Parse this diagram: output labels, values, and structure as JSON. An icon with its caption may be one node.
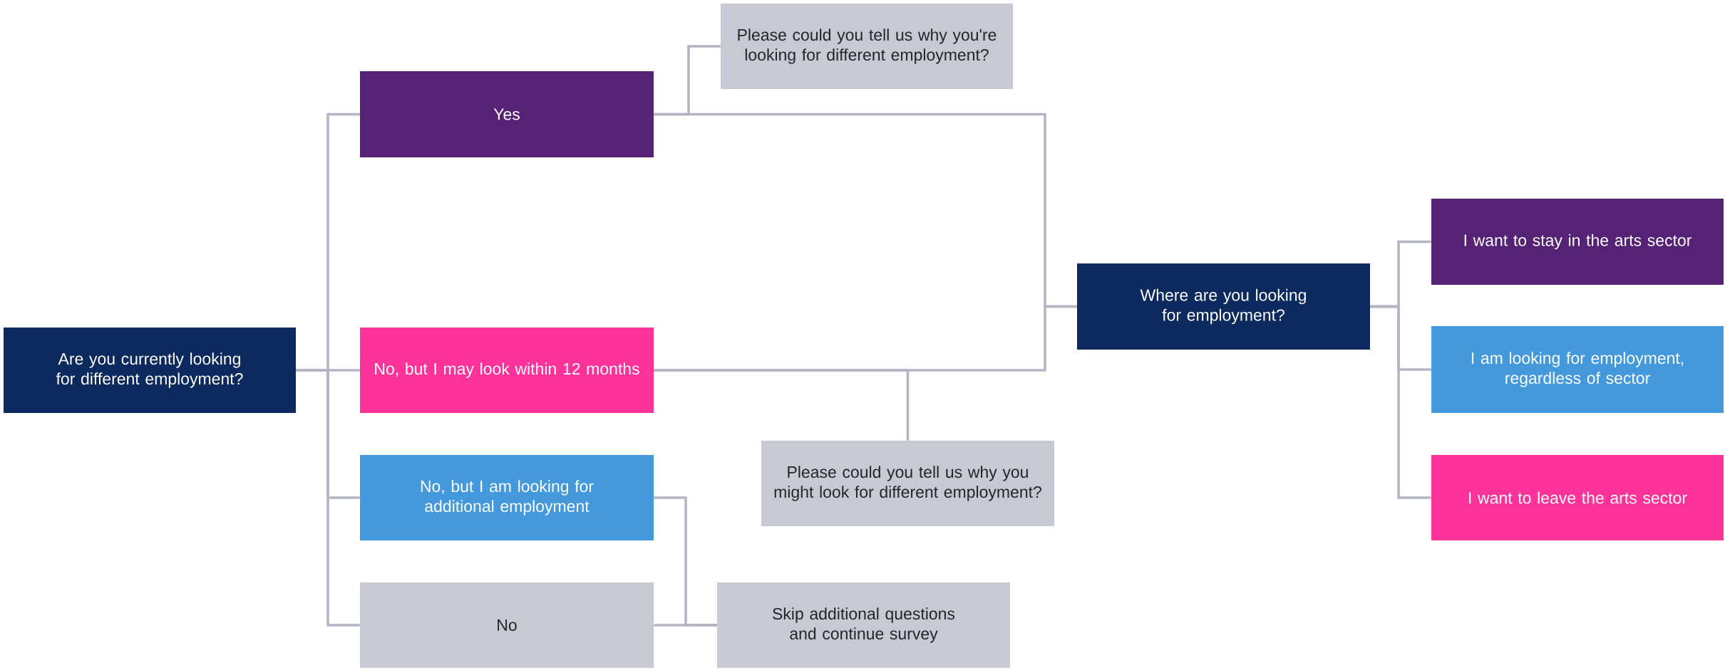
{
  "diagram": {
    "nodes": [
      {
        "text": [
          "Are you currently looking for different employment?"
        ]
      },
      {
        "text": [
          "Yes"
        ]
      },
      {
        "text": [
          "Please could you tell us why you're looking for different employment?"
        ]
      },
      {
        "text": [
          "No, but I may look within 12 months"
        ]
      },
      {
        "text": [
          "No, but I am looking for additional employment"
        ]
      },
      {
        "text": [
          "No"
        ]
      },
      {
        "text": [
          "Please could you tell us why you might look for different employment?"
        ]
      },
      {
        "text": [
          "Skip additional questions and continue survey"
        ]
      },
      {
        "text": [
          "Where are you looking for employment?"
        ]
      },
      {
        "text": [
          "I want to stay in the arts sector"
        ]
      },
      {
        "text": [
          "I am looking for employment, regardless of sector"
        ]
      },
      {
        "text": [
          "I want to leave the arts sector"
        ]
      }
    ],
    "edges": [
      {
        "from": 0,
        "to": 1,
        "arrow": "none"
      },
      {
        "from": 0,
        "to": 3,
        "arrow": "none"
      },
      {
        "from": 0,
        "to": 4,
        "arrow": "none"
      },
      {
        "from": 0,
        "to": 5,
        "arrow": "none"
      },
      {
        "from": 1,
        "to": 2,
        "arrow": "none"
      },
      {
        "from": 1,
        "to": 8,
        "arrow": "none"
      },
      {
        "from": 3,
        "to": 8,
        "arrow": "none"
      },
      {
        "from": 3,
        "to": 6,
        "arrow": "none"
      },
      {
        "from": 4,
        "to": 7,
        "arrow": "none"
      },
      {
        "from": 5,
        "to": 7,
        "arrow": "none"
      },
      {
        "from": 8,
        "to": 9,
        "arrow": "none"
      },
      {
        "from": 8,
        "to": 10,
        "arrow": "none"
      },
      {
        "from": 8,
        "to": 11,
        "arrow": "none"
      }
    ]
  }
}
